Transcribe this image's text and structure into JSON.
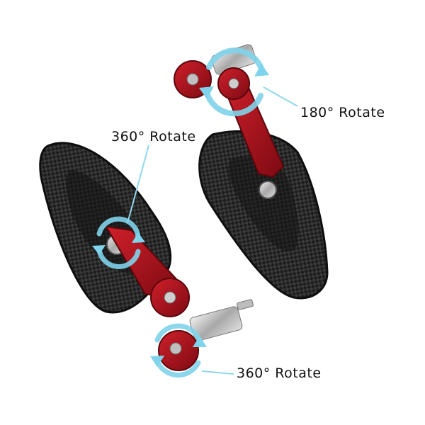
{
  "labels": {
    "rotate_360_top": "360° Rotate",
    "rotate_180": "180° Rotate",
    "rotate_360_bottom": "360° Rotate"
  },
  "colors": {
    "background": "#ffffff",
    "carbon_dark": "#1b1b1b",
    "carbon_mid": "#3a3a3a",
    "anodized_red": "#b3121c",
    "rotate_arrow": "#7fd3ea",
    "callout_line": "#8fd8ee",
    "chrome": "#c9c9c9"
  },
  "icons": {
    "rotate_arrows": "circular-rotate-arrows-icon"
  }
}
